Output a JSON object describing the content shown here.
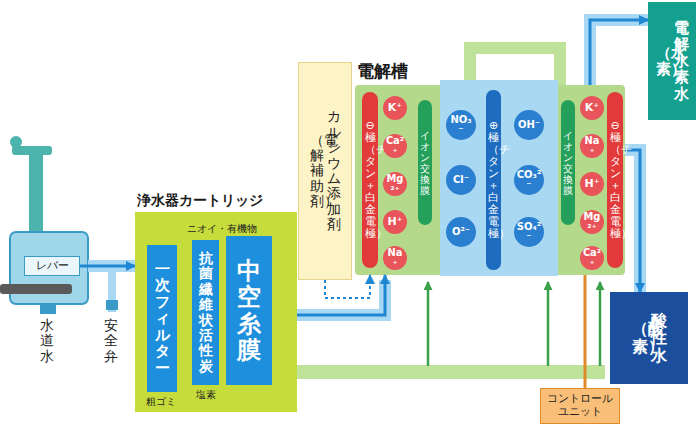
{
  "diagram": {
    "nodes": [
      {
        "text": [
          "レバー"
        ]
      },
      {
        "text": [
          "浄水器カートリッジ"
        ]
      },
      {
        "text": [
          "一次フィルター"
        ],
        "in": 1
      },
      {
        "text": [
          "抗菌繊維状活性炭"
        ],
        "in": 1
      },
      {
        "text": [
          "中空糸膜"
        ],
        "in": 1
      },
      {
        "text": [
          "カルシウム添加剤",
          "（電解補助剤）"
        ]
      },
      {
        "text": [
          "電解槽"
        ]
      },
      {
        "text": [
          "⊖極（チタン＋白金電極）"
        ],
        "in": 6
      },
      {
        "text": [
          "K⁺"
        ],
        "in": 6
      },
      {
        "text": [
          "Ca²⁺"
        ],
        "in": 6
      },
      {
        "text": [
          "Mg²⁺"
        ],
        "in": 6
      },
      {
        "text": [
          "H⁺"
        ],
        "in": 6
      },
      {
        "text": [
          "Na⁺"
        ],
        "in": 6
      },
      {
        "text": [
          "イオン交換膜"
        ],
        "in": 6
      },
      {
        "text": [
          "⊕極（チタン＋白金電極）"
        ],
        "in": 6
      },
      {
        "text": [
          "NO₃⁻"
        ],
        "in": 6
      },
      {
        "text": [
          "Cl⁻"
        ],
        "in": 6
      },
      {
        "text": [
          "O²⁻"
        ],
        "in": 6
      },
      {
        "text": [
          "OH⁻"
        ],
        "in": 6
      },
      {
        "text": [
          "CO₃²⁻"
        ],
        "in": 6
      },
      {
        "text": [
          "SO₄²⁻"
        ],
        "in": 6
      },
      {
        "text": [
          "イオン交換膜"
        ],
        "in": 6
      },
      {
        "text": [
          "K⁺"
        ],
        "in": 6
      },
      {
        "text": [
          "Na⁺"
        ],
        "in": 6
      },
      {
        "text": [
          "H⁺"
        ],
        "in": 6
      },
      {
        "text": [
          "Mg²⁺"
        ],
        "in": 6
      },
      {
        "text": [
          "Ca²⁺"
        ],
        "in": 6
      },
      {
        "text": [
          "⊖極（チタン＋白金電極）"
        ],
        "in": 6
      },
      {
        "text": [
          "電解水素水",
          "（水素）"
        ]
      },
      {
        "text": [
          "酸性水",
          "（酸素）"
        ]
      },
      {
        "text": [
          "コントロールユニット"
        ]
      }
    ],
    "edges": [
      {
        "from": 0,
        "to": 1,
        "arrow": "to"
      },
      {
        "from": 2,
        "to": 3,
        "arrow": "to"
      },
      {
        "from": 3,
        "to": 4,
        "arrow": "to"
      },
      {
        "from": 1,
        "to": 6,
        "arrow": "to"
      },
      {
        "from": 5,
        "to": 6,
        "arrow": "to"
      },
      {
        "from": 6,
        "to": 28,
        "arrow": "to"
      },
      {
        "from": 6,
        "to": 29,
        "arrow": "to"
      },
      {
        "from": 30,
        "to": 6,
        "arrow": "none"
      }
    ],
    "labels": [
      "水道水",
      "安全弁",
      "粗ゴミ",
      "ニオイ・有機物",
      "塩素"
    ]
  }
}
